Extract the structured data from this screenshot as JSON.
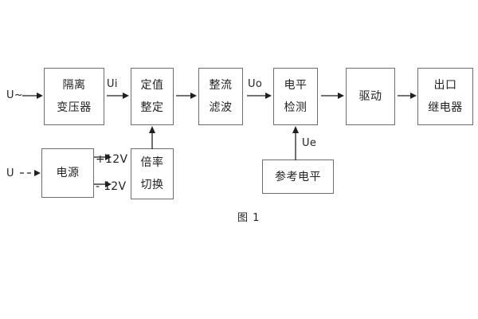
{
  "diagram": {
    "caption": "图 1",
    "blocks": [
      {
        "id": "isolation-transformer",
        "lines": [
          "隔离",
          "变压器"
        ]
      },
      {
        "id": "setpoint-setting",
        "lines": [
          "定值",
          "整定"
        ]
      },
      {
        "id": "rectify-filter",
        "lines": [
          "整流",
          "滤波"
        ]
      },
      {
        "id": "level-detection",
        "lines": [
          "电平",
          "检测"
        ]
      },
      {
        "id": "drive",
        "lines": [
          "驱动"
        ]
      },
      {
        "id": "output-relay",
        "lines": [
          "出口",
          "继电器"
        ]
      },
      {
        "id": "power-supply",
        "lines": [
          "电源"
        ]
      },
      {
        "id": "multiplier-switch",
        "lines": [
          "倍率",
          "切换"
        ]
      },
      {
        "id": "reference-level",
        "lines": [
          "参考电平"
        ]
      }
    ],
    "signals": {
      "input_ac": "U~",
      "input_dc": "U",
      "ui": "Ui",
      "uo": "Uo",
      "ue": "Ue",
      "supply_positive": "+12V",
      "supply_negative": "- 12V"
    },
    "colors": {
      "box_border": "#6e6e6e",
      "text": "#231f20",
      "line": "#231f20",
      "background": "#ffffff"
    }
  }
}
